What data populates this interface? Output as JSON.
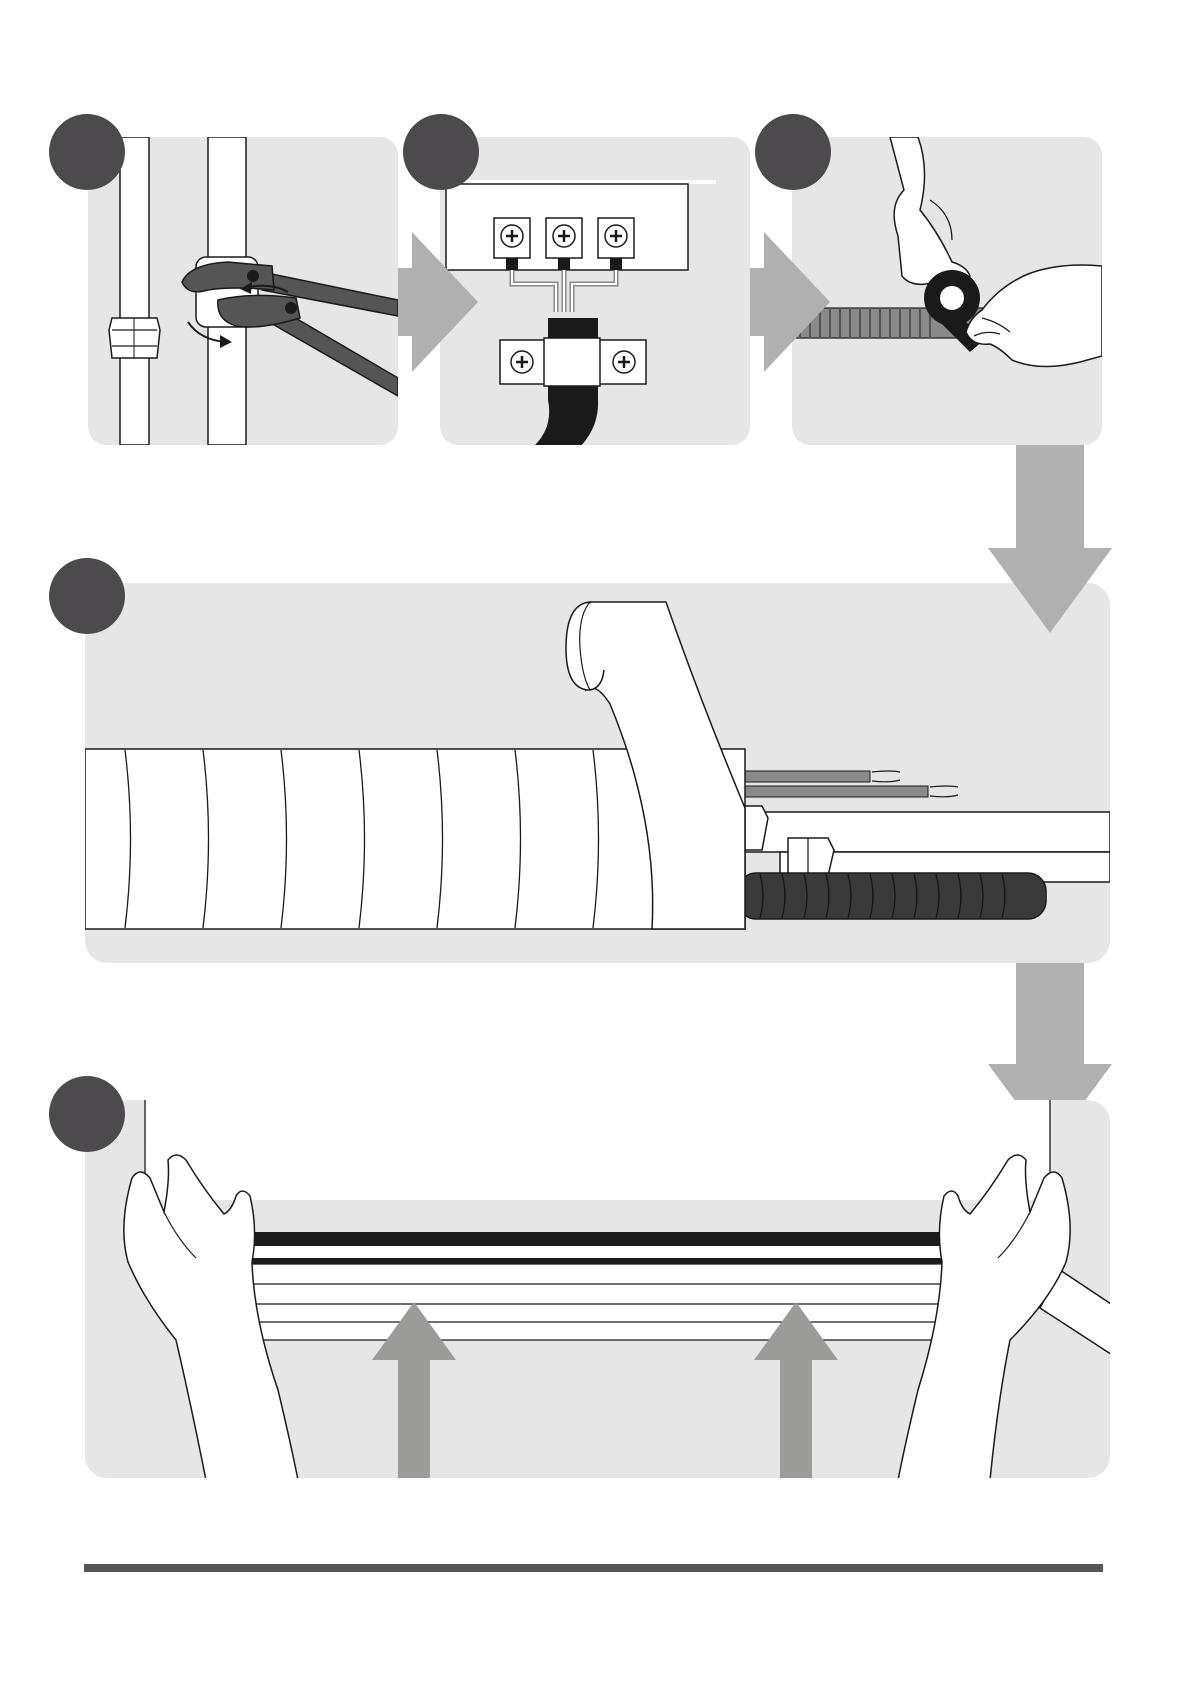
{
  "colors": {
    "panel": "#e6e6e6",
    "badge": "#4d4a4d",
    "flow_arrow": "#b0b0b0",
    "push_arrow": "#9b9b99",
    "outline": "#1a1a1a",
    "tool": "#555555",
    "insulation": "#3a3a3a",
    "footer_rule": "#555555"
  },
  "steps": [
    {
      "name": "step-1-pipe-wrench",
      "icon": "wrench-on-pipe-icon"
    },
    {
      "name": "step-2-terminal-block",
      "icon": "terminal-block-icon"
    },
    {
      "name": "step-3-wrap-insulation",
      "icon": "hands-wrapping-tape-icon"
    },
    {
      "name": "step-4-tape-bundle",
      "icon": "taped-pipe-bundle-icon"
    },
    {
      "name": "step-5-mount-unit",
      "icon": "hands-lifting-unit-icon"
    }
  ]
}
